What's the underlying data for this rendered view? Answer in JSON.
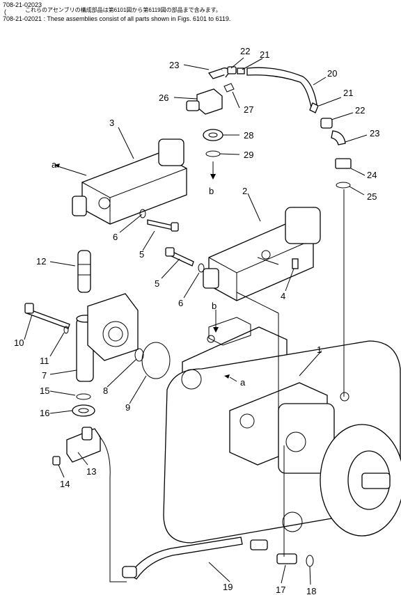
{
  "header": {
    "line1_code": "708-21-02023",
    "line1_text": "これらのアセンブリの構成部品は第6101図から第6119図の部品まで含みます。",
    "line2_mark": "(",
    "line3_code": "708-21-02021",
    "line3_text": ": These assemblies consist of all parts shown in Figs. 6101 to 6119."
  },
  "callouts": {
    "n1": "1",
    "n2": "2",
    "n3": "3",
    "n4": "4",
    "n5a": "5",
    "n5b": "5",
    "n6a": "6",
    "n6b": "6",
    "n7": "7",
    "n8": "8",
    "n9": "9",
    "n10": "10",
    "n11": "11",
    "n12": "12",
    "n13": "13",
    "n14": "14",
    "n15": "15",
    "n16": "16",
    "n17": "17",
    "n18": "18",
    "n19": "19",
    "n20": "20",
    "n21a": "21",
    "n21b": "21",
    "n22a": "22",
    "n22b": "22",
    "n23a": "23",
    "n23b": "23",
    "n24": "24",
    "n25": "25",
    "n26": "26",
    "n27": "27",
    "n28": "28",
    "n29": "29",
    "ref_a1": "a",
    "ref_a2": "a",
    "ref_b1": "b",
    "ref_b2": "b"
  }
}
